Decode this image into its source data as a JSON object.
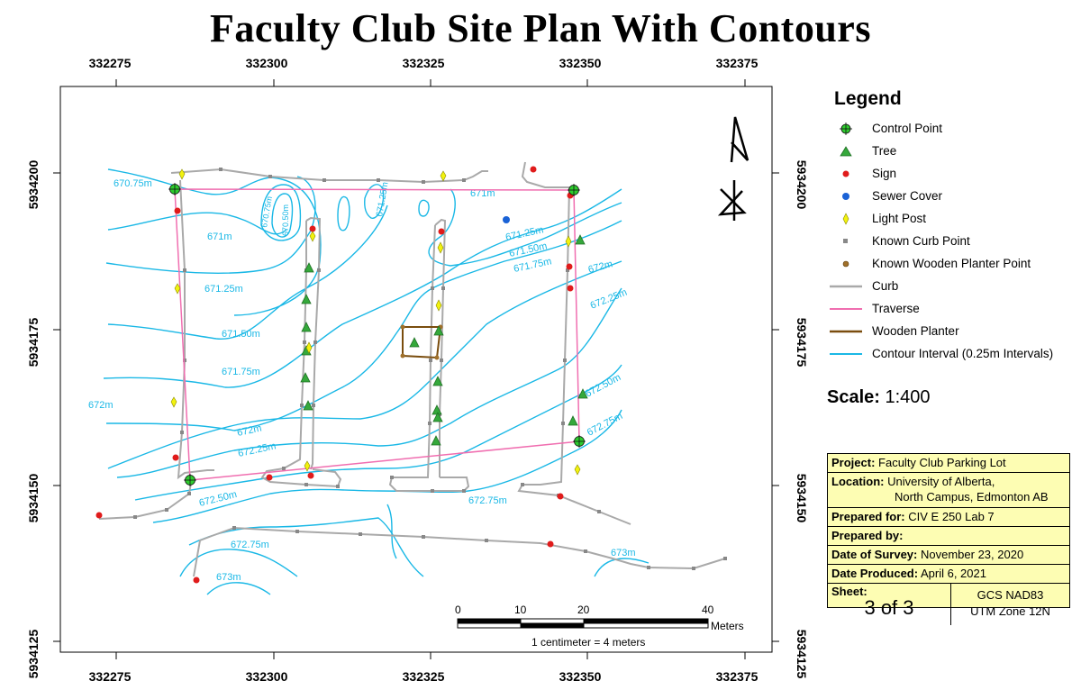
{
  "title": "Faculty Club Site Plan With Contours",
  "x_ticks": [
    "332275",
    "332300",
    "332325",
    "332350",
    "332375"
  ],
  "y_ticks": [
    "5934200",
    "5934175",
    "5934150",
    "5934125"
  ],
  "contour_labels": [
    "670.75m",
    "671m",
    "671.25m",
    "671.50m",
    "671.75m",
    "672m",
    "672.25m",
    "672.50m",
    "672.75m",
    "673m",
    "670.75m",
    "670.50m",
    "671.25m",
    "671m",
    "671.25m",
    "671.50m",
    "671.75m",
    "672m",
    "672.25m",
    "672m",
    "672.50m",
    "672.75m",
    "672.75m",
    "673m"
  ],
  "legend": {
    "title": "Legend",
    "items": [
      {
        "label": "Control Point",
        "icon": "control-point-icon"
      },
      {
        "label": "Tree",
        "icon": "tree-icon"
      },
      {
        "label": "Sign",
        "icon": "sign-icon"
      },
      {
        "label": "Sewer Cover",
        "icon": "sewer-cover-icon"
      },
      {
        "label": "Light Post",
        "icon": "light-post-icon"
      },
      {
        "label": "Known Curb Point",
        "icon": "curb-point-icon"
      },
      {
        "label": "Known Wooden Planter Point",
        "icon": "planter-point-icon"
      },
      {
        "label": "Curb",
        "icon": "curb-line-icon"
      },
      {
        "label": "Traverse",
        "icon": "traverse-line-icon"
      },
      {
        "label": "Wooden Planter",
        "icon": "planter-line-icon"
      },
      {
        "label": "Contour Interval (0.25m Intervals)",
        "icon": "contour-line-icon"
      }
    ]
  },
  "scale": {
    "label": "Scale:",
    "value": "1:400"
  },
  "scale_bar": {
    "ticks": [
      "0",
      "10",
      "20",
      "40"
    ],
    "units": "Meters",
    "note": "1 centimeter = 4 meters"
  },
  "info": {
    "project_label": "Project:",
    "project": "Faculty Club Parking Lot",
    "location_label": "Location:",
    "location_1": "University of Alberta,",
    "location_2": "North Campus, Edmonton AB",
    "prepared_for_label": "Prepared for:",
    "prepared_for": "CIV E 250 Lab 7",
    "prepared_by_label": "Prepared by:",
    "survey_date_label": "Date of Survey:",
    "survey_date": "November 23, 2020",
    "produced_label": "Date Produced:",
    "produced": "April 6, 2021",
    "sheet_label": "Sheet:",
    "sheet": "3 of 3",
    "crs_1": "GCS NAD83",
    "crs_2": "UTM Zone 12N"
  },
  "colors": {
    "contour": "#1ab8e6",
    "curb": "#a9a9a9",
    "traverse": "#f06eb0",
    "planter": "#7a4d0e",
    "tree": "#35a83b",
    "sign": "#e01b1b",
    "sewer": "#1a62d6",
    "light_post": "#f2f20f",
    "control": "#2ecc2e",
    "info_bg": "#fdfdb3"
  }
}
